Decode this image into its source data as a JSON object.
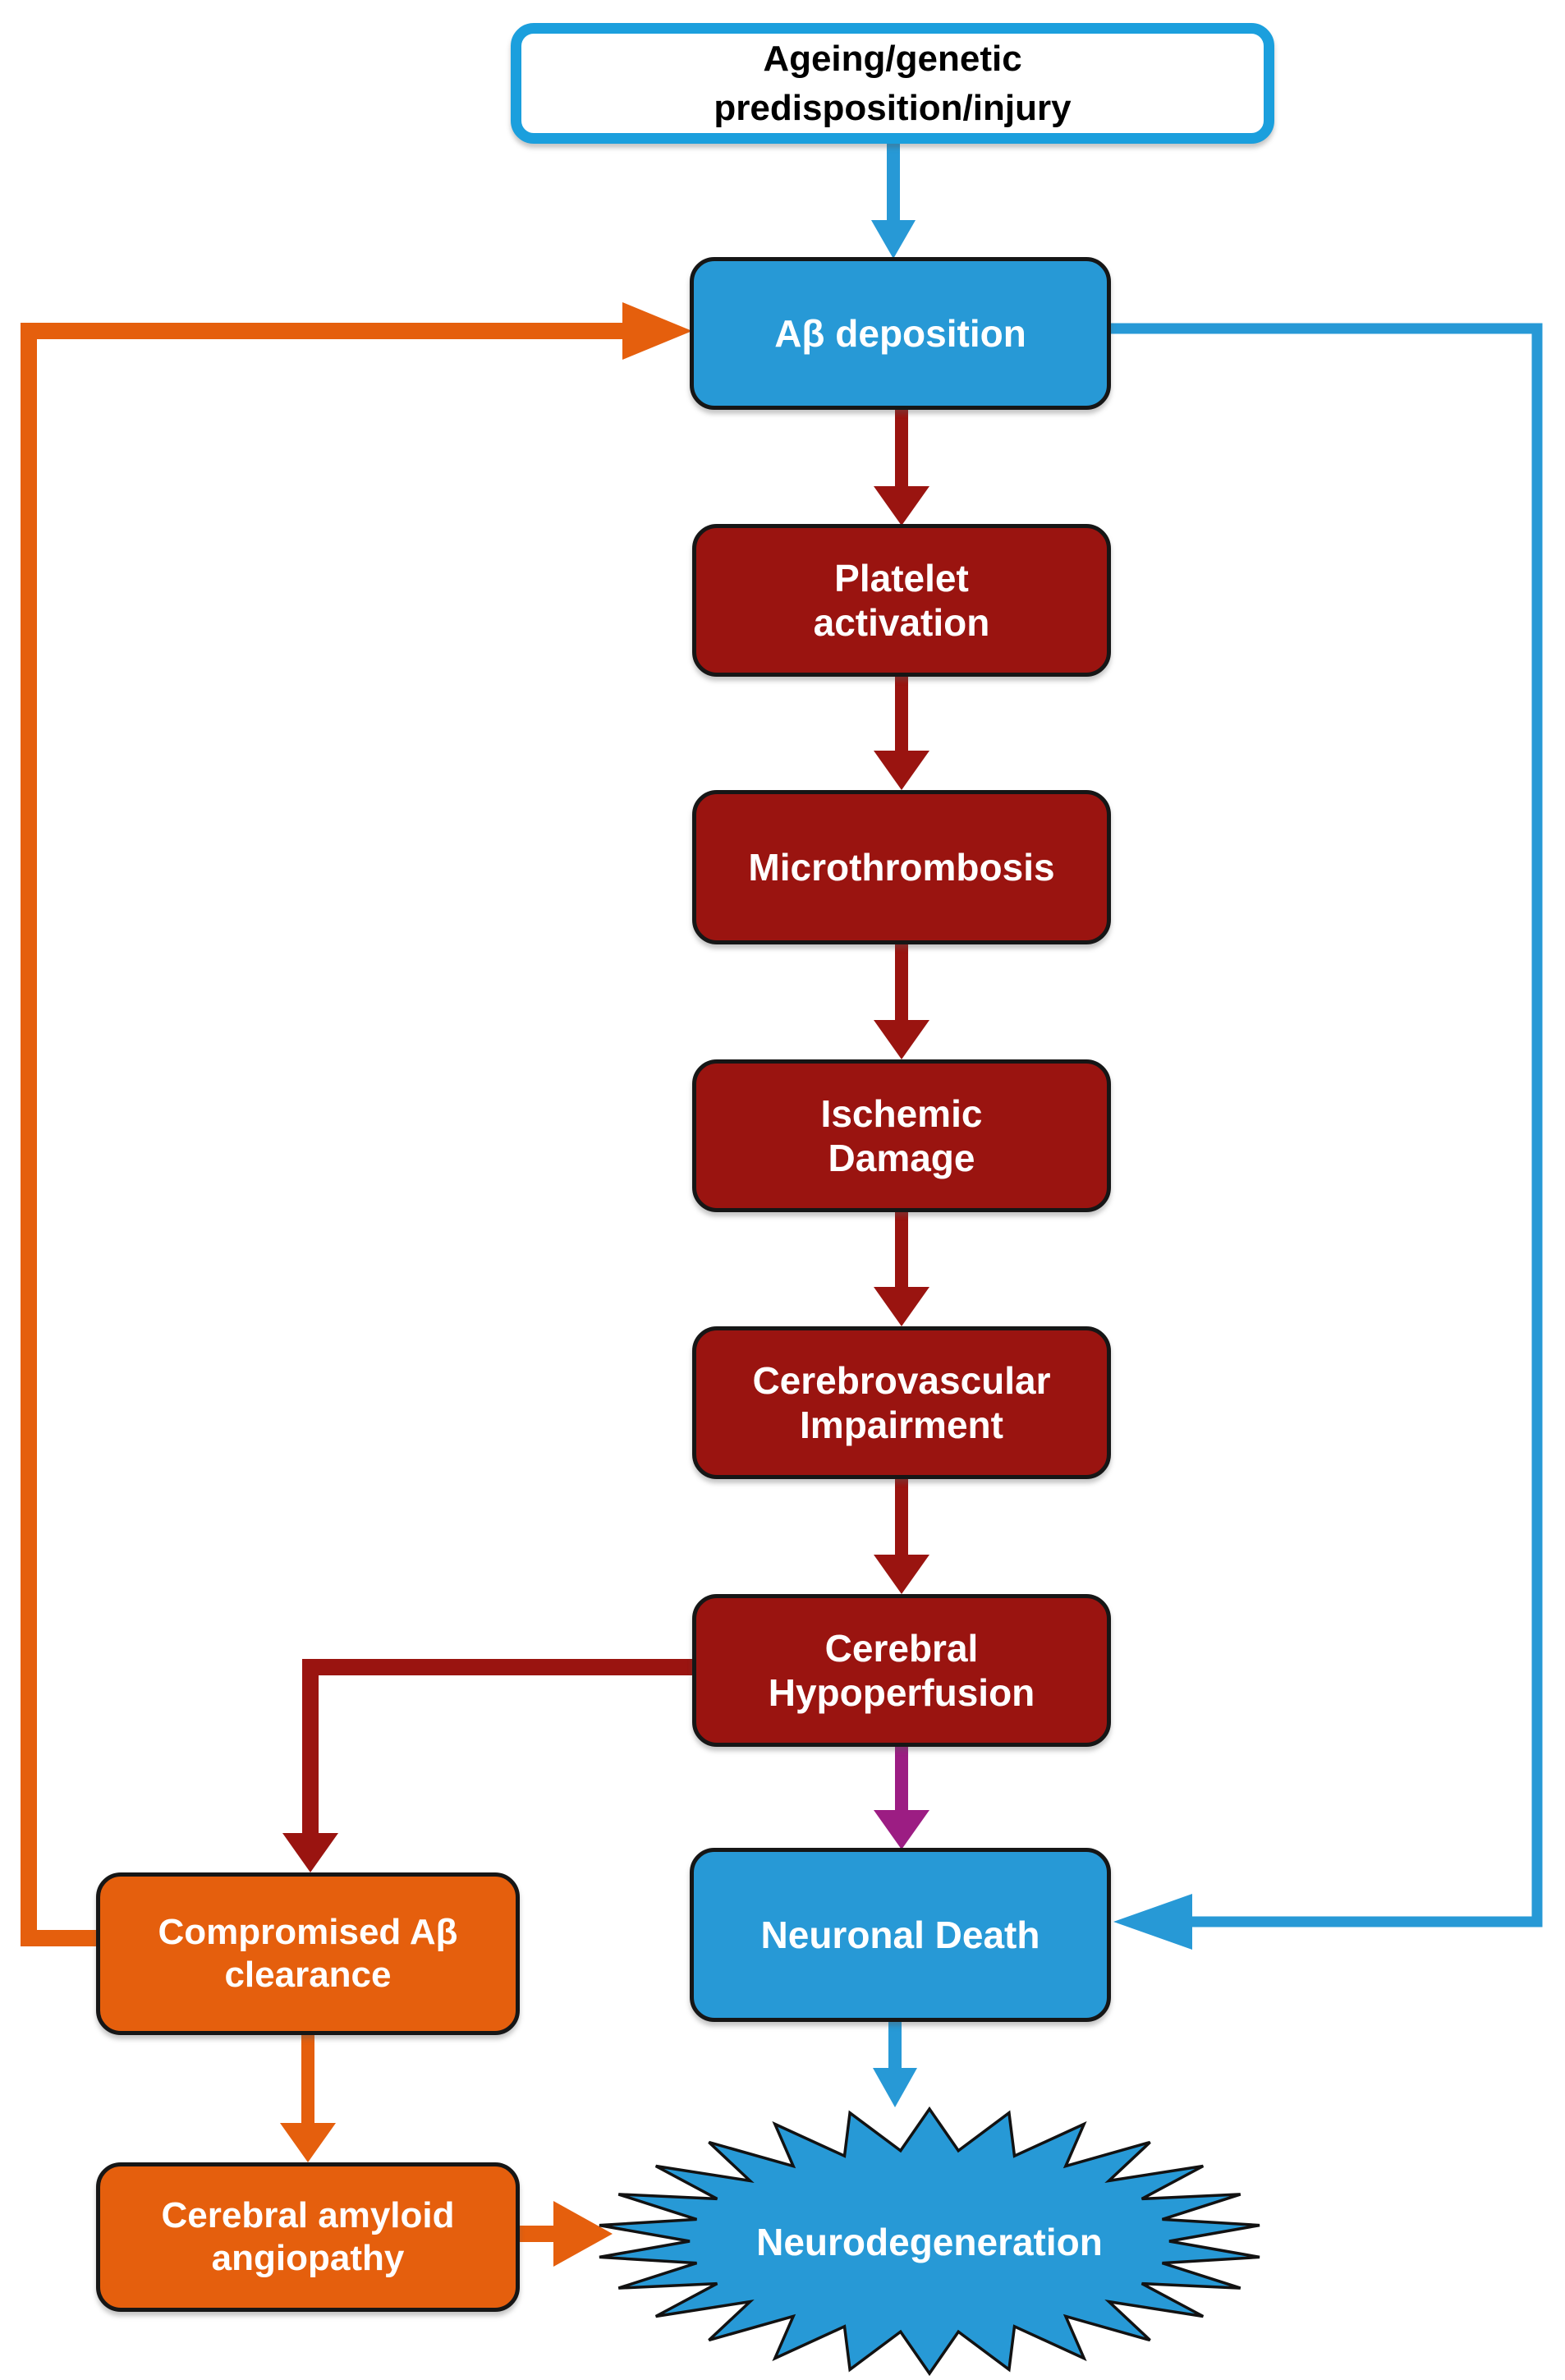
{
  "figure": {
    "colors": {
      "blue": "#2799d6",
      "top_border_blue": "#1b9fdd",
      "dark_red": "#9a1410",
      "orange": "#e55f0d",
      "purple": "#9c1d83",
      "box_border": "#161616"
    },
    "nodes": {
      "ageing": {
        "label": "Ageing/genetic\npredisposition/injury"
      },
      "ab_deposition": {
        "label": "Aβ deposition"
      },
      "platelet": {
        "label": "Platelet\nactivation"
      },
      "microthrombosis": {
        "label": "Microthrombosis"
      },
      "ischemic": {
        "label": "Ischemic\nDamage"
      },
      "cerebrovascular": {
        "label": "Cerebrovascular\nImpairment"
      },
      "hypoperfusion": {
        "label": "Cerebral\nHypoperfusion"
      },
      "neuronal_death": {
        "label": "Neuronal Death"
      },
      "compromised_clearance": {
        "label": "Compromised Aβ\nclearance"
      },
      "amyloid_angiopathy": {
        "label": "Cerebral amyloid\nangiopathy"
      },
      "neurodegeneration": {
        "label": "Neurodegeneration"
      }
    },
    "edges": [
      {
        "from": "ageing",
        "to": "ab_deposition",
        "color": "blue"
      },
      {
        "from": "ab_deposition",
        "to": "platelet",
        "color": "dark_red"
      },
      {
        "from": "platelet",
        "to": "microthrombosis",
        "color": "dark_red"
      },
      {
        "from": "microthrombosis",
        "to": "ischemic",
        "color": "dark_red"
      },
      {
        "from": "ischemic",
        "to": "cerebrovascular",
        "color": "dark_red"
      },
      {
        "from": "cerebrovascular",
        "to": "hypoperfusion",
        "color": "dark_red"
      },
      {
        "from": "hypoperfusion",
        "to": "neuronal_death",
        "color": "purple"
      },
      {
        "from": "hypoperfusion",
        "to": "compromised_clearance",
        "color": "dark_red"
      },
      {
        "from": "compromised_clearance",
        "to": "ab_deposition",
        "color": "orange"
      },
      {
        "from": "compromised_clearance",
        "to": "amyloid_angiopathy",
        "color": "orange"
      },
      {
        "from": "amyloid_angiopathy",
        "to": "neurodegeneration",
        "color": "orange"
      },
      {
        "from": "ab_deposition",
        "to": "neuronal_death",
        "color": "blue"
      },
      {
        "from": "neuronal_death",
        "to": "neurodegeneration",
        "color": "blue"
      }
    ],
    "star": {
      "spikes": 26
    }
  }
}
